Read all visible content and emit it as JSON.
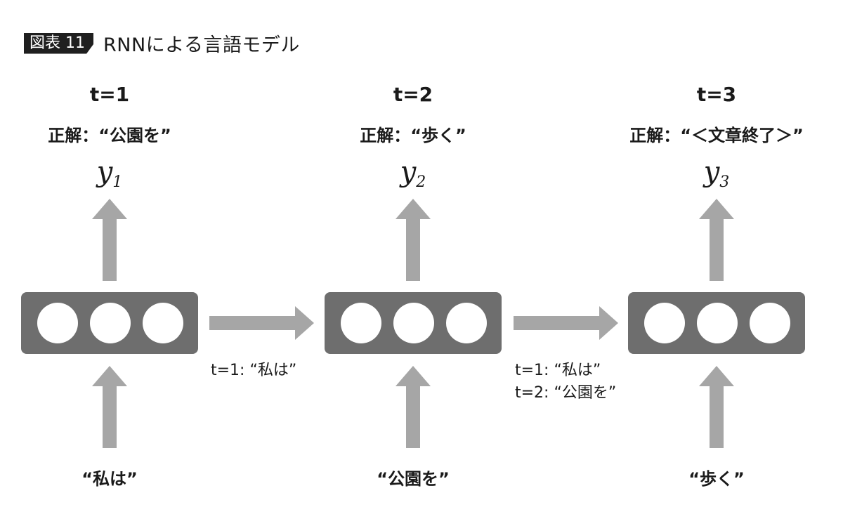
{
  "figure": {
    "label": "図表 11",
    "title": "RNNによる言語モデル"
  },
  "steps": [
    {
      "time": "t=1",
      "answer": "正解：“公園を”",
      "y_base": "y",
      "y_sub": "1",
      "input": "“私は”"
    },
    {
      "time": "t=2",
      "answer": "正解：“歩く”",
      "y_base": "y",
      "y_sub": "2",
      "input": "“公園を”"
    },
    {
      "time": "t=3",
      "answer": "正解：“＜文章終了＞”",
      "y_base": "y",
      "y_sub": "3",
      "input": "“歩く”"
    }
  ],
  "transitions": [
    {
      "lines": [
        "t=1: “私は”"
      ]
    },
    {
      "lines": [
        "t=1: “私は”",
        "t=2: “公園を”"
      ]
    }
  ],
  "colors": {
    "box": "#6e6e6e",
    "arrow": "#a6a6a6",
    "unit": "#ffffff",
    "text": "#1a1a1a"
  }
}
